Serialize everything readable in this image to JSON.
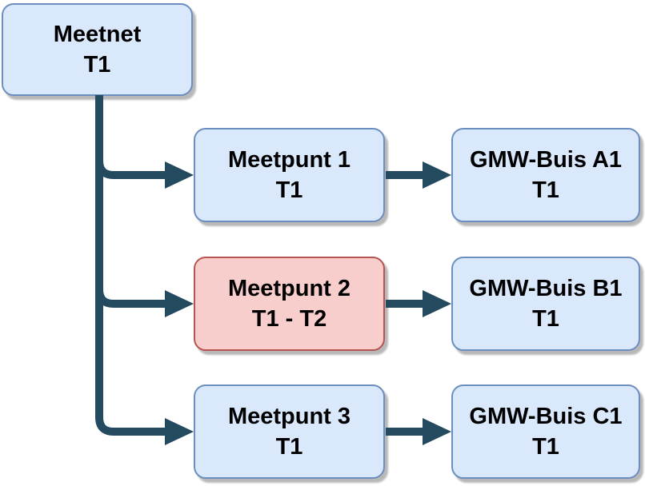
{
  "diagram": {
    "type": "flowchart",
    "background": "#ffffff",
    "colors": {
      "node_blue_fill": "#dae8fc",
      "node_blue_border": "#6c8ebf",
      "node_red_fill": "#f8cecc",
      "node_red_border": "#b85450",
      "connector": "#234a5e",
      "text": "#000000"
    },
    "nodes": [
      {
        "id": "meetnet",
        "line1": "Meetnet",
        "line2": "T1",
        "variant": "blue"
      },
      {
        "id": "meetpunt-1",
        "line1": "Meetpunt 1",
        "line2": "T1",
        "variant": "blue"
      },
      {
        "id": "meetpunt-2",
        "line1": "Meetpunt 2",
        "line2": "T1 - T2",
        "variant": "red"
      },
      {
        "id": "meetpunt-3",
        "line1": "Meetpunt 3",
        "line2": "T1",
        "variant": "blue"
      },
      {
        "id": "gmw-buis-a1",
        "line1": "GMW-Buis A1",
        "line2": "T1",
        "variant": "blue"
      },
      {
        "id": "gmw-buis-b1",
        "line1": "GMW-Buis B1",
        "line2": "T1",
        "variant": "blue"
      },
      {
        "id": "gmw-buis-c1",
        "line1": "GMW-Buis C1",
        "line2": "T1",
        "variant": "blue"
      }
    ],
    "edges": [
      {
        "from": "meetnet",
        "to": "meetpunt-1"
      },
      {
        "from": "meetnet",
        "to": "meetpunt-2"
      },
      {
        "from": "meetnet",
        "to": "meetpunt-3"
      },
      {
        "from": "meetpunt-1",
        "to": "gmw-buis-a1"
      },
      {
        "from": "meetpunt-2",
        "to": "gmw-buis-b1"
      },
      {
        "from": "meetpunt-3",
        "to": "gmw-buis-c1"
      }
    ]
  }
}
